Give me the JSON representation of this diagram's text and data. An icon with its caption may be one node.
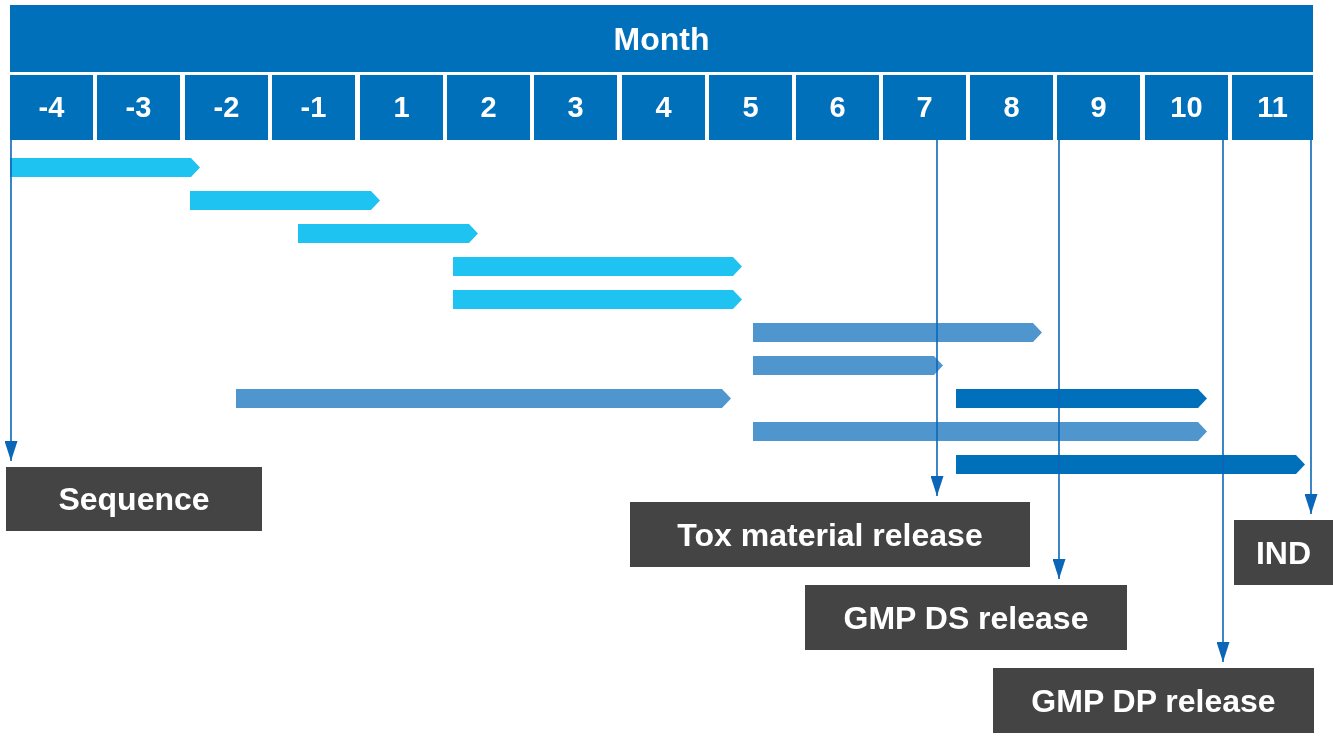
{
  "diagram": {
    "nodes": [
      {
        "text": [
          "Month"
        ]
      },
      {
        "text": [
          "-4"
        ]
      },
      {
        "text": [
          "-3"
        ]
      },
      {
        "text": [
          "-2"
        ]
      },
      {
        "text": [
          "-1"
        ]
      },
      {
        "text": [
          "1"
        ]
      },
      {
        "text": [
          "2"
        ]
      },
      {
        "text": [
          "3"
        ]
      },
      {
        "text": [
          "4"
        ]
      },
      {
        "text": [
          "5"
        ]
      },
      {
        "text": [
          "6"
        ]
      },
      {
        "text": [
          "7"
        ]
      },
      {
        "text": [
          "8"
        ]
      },
      {
        "text": [
          "9"
        ]
      },
      {
        "text": [
          "10"
        ]
      },
      {
        "text": [
          "11"
        ]
      },
      {
        "text": [
          "Sequence"
        ]
      },
      {
        "text": [
          "Tox material release"
        ]
      },
      {
        "text": [
          "GMP DS release"
        ]
      },
      {
        "text": [
          "GMP DP release"
        ]
      },
      {
        "text": [
          "IND"
        ]
      }
    ],
    "edges": [
      {
        "from": 1,
        "to": 16,
        "arrow": "to"
      },
      {
        "from": 11,
        "to": 17,
        "arrow": "to"
      },
      {
        "from": 13,
        "to": 18,
        "arrow": "to"
      },
      {
        "from": 14,
        "to": 19,
        "arrow": "to"
      },
      {
        "from": 15,
        "to": 20,
        "arrow": "to"
      }
    ]
  }
}
